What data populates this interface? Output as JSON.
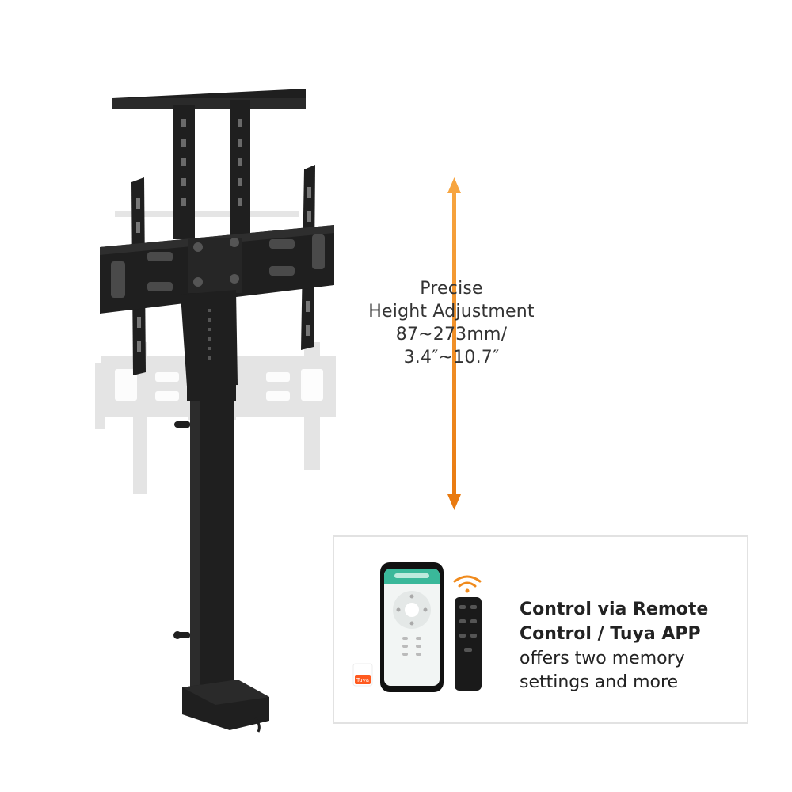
{
  "height_adjustment": {
    "line1": "Precise",
    "line2": "Height Adjustment",
    "line3": "87~273mm/",
    "line4": "3.4″~10.7″"
  },
  "control": {
    "title_line1": "Control via Remote",
    "title_line2": "Control / Tuya APP",
    "desc_line1": "offers two memory",
    "desc_line2": "settings and more",
    "tuya_badge_text": "Tuya"
  },
  "colors": {
    "mount": "#1f1f1f",
    "mount_ghost": "#d9d9d9",
    "arrow_top": "#f7a540",
    "arrow_bottom": "#e97a10",
    "app_green": "#3ab89a",
    "tuya_orange": "#ff5a1f"
  },
  "icons": [
    "double-arrow-icon",
    "wifi-signal-icon",
    "tuya-logo-icon",
    "phone-app-icon",
    "remote-control-icon"
  ]
}
